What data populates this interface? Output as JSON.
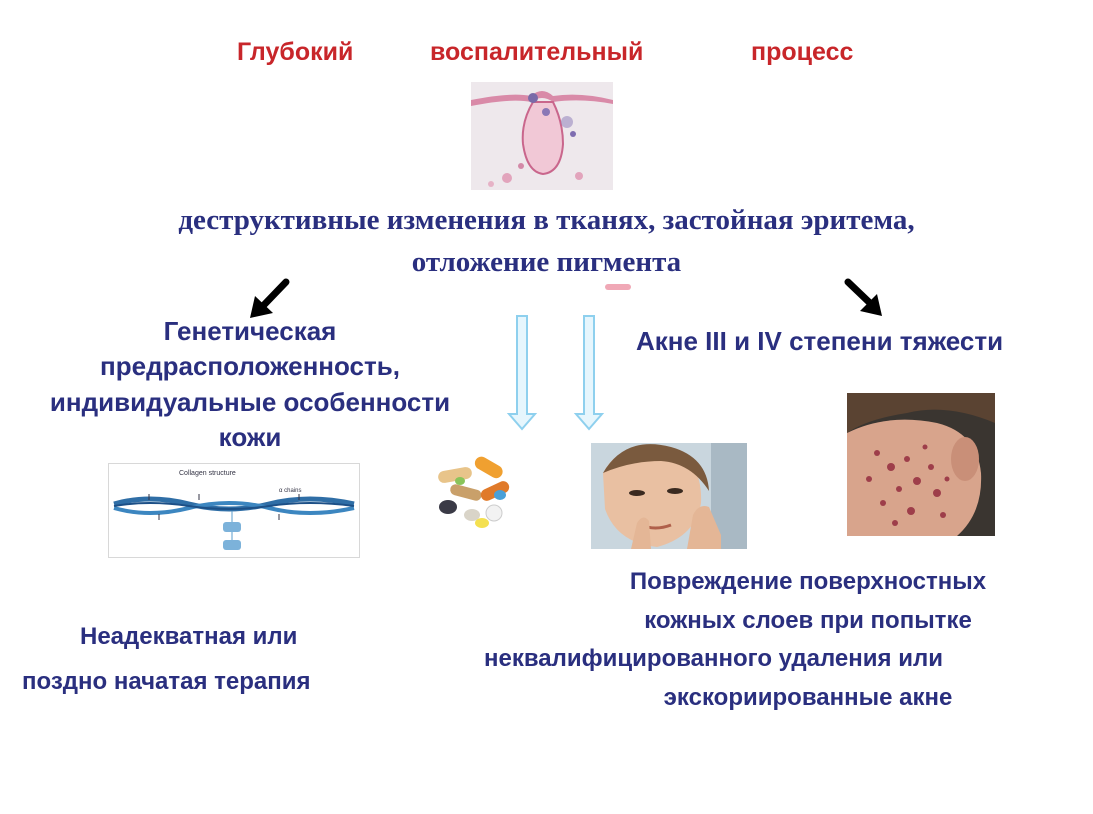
{
  "title": {
    "word1": "Глубокий",
    "word2": "воспалительный",
    "word3": "процесс"
  },
  "central": {
    "line1": "деструктивные изменения в тканях, застойная эритема,",
    "line2": "отложение пигмента"
  },
  "genetic": {
    "line1": "Генетическая",
    "line2": "предрасположенность,",
    "line3": "индивидуальные особенности",
    "line4": "кожи"
  },
  "acne_severity": {
    "label": "Акне III  и IV степени тяжести"
  },
  "therapy": {
    "line1": "Неадекватная   или",
    "line2": "поздно начатая   терапия"
  },
  "damage": {
    "line1": "Повреждение поверхностных",
    "line2": "кожных слоев при попытке",
    "line3": "неквалифицированного удаления или",
    "line4": "экскориированные акне"
  },
  "collagen_image": {
    "title": "Collagen structure",
    "label": "α chains"
  },
  "colors": {
    "title_red": "#c8262a",
    "text_navy": "#2a2f7f",
    "arrow_blue": "#8ed0ee"
  }
}
